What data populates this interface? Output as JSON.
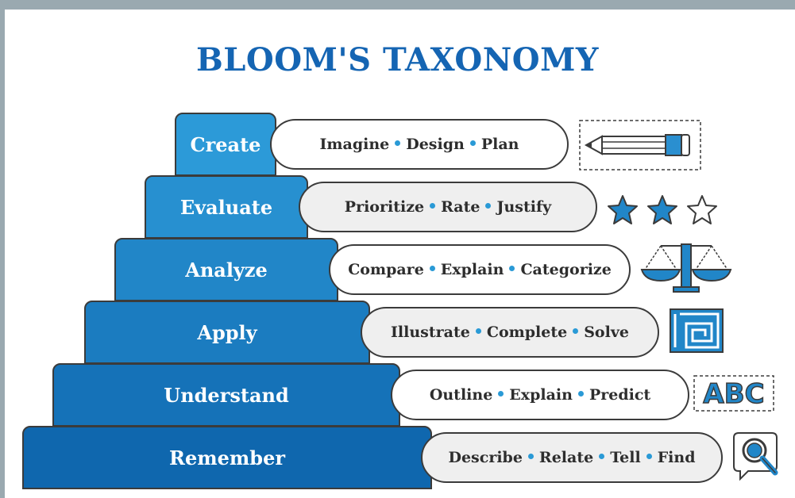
{
  "title": "BLOOM'S TAXONOMY",
  "colors": {
    "accent": "#1565b3",
    "dot": "#2a9ad6",
    "outline": "#3b3b3b",
    "background": "#9aa9b0"
  },
  "levels": [
    {
      "label": "Create",
      "verbs": [
        "Imagine",
        "Design",
        "Plan"
      ],
      "icon": "pencil-icon",
      "color": "#2c9ad8"
    },
    {
      "label": "Evaluate",
      "verbs": [
        "Prioritize",
        "Rate",
        "Justify"
      ],
      "icon": "stars-icon",
      "color": "#2790d0"
    },
    {
      "label": "Analyze",
      "verbs": [
        "Compare",
        "Explain",
        "Categorize"
      ],
      "icon": "balance-scale-icon",
      "color": "#2186c8"
    },
    {
      "label": "Apply",
      "verbs": [
        "Illustrate",
        "Complete",
        "Solve"
      ],
      "icon": "maze-icon",
      "color": "#1b7cc0"
    },
    {
      "label": "Understand",
      "verbs": [
        "Outline",
        "Explain",
        "Predict"
      ],
      "icon": "abc-letters-icon",
      "color": "#1572b8"
    },
    {
      "label": "Remember",
      "verbs": [
        "Describe",
        "Relate",
        "Tell",
        "Find"
      ],
      "icon": "magnifier-icon",
      "color": "#0f67ae"
    }
  ],
  "abc_text": "ABC"
}
